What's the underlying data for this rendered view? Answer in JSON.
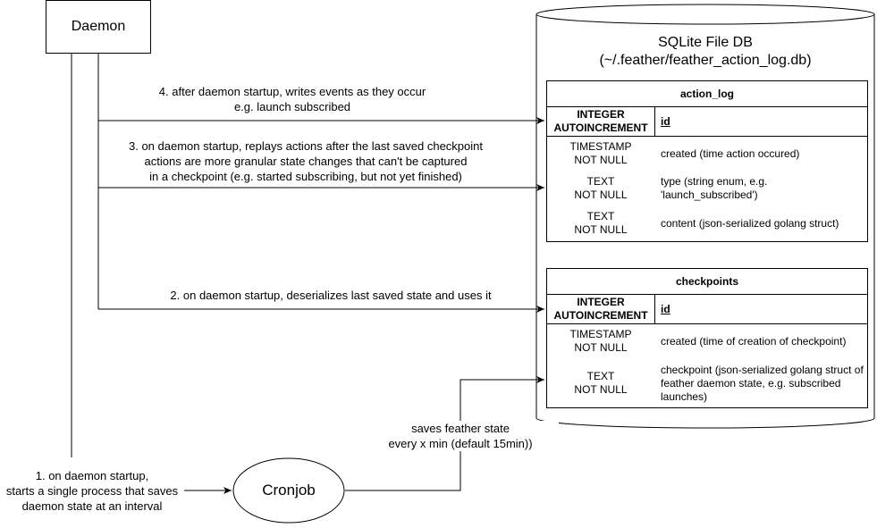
{
  "daemon": {
    "label": "Daemon"
  },
  "cronjob": {
    "label": "Cronjob"
  },
  "database": {
    "title_line1": "SQLite File DB",
    "title_line2": "(~/.feather/feather_action_log.db)"
  },
  "tables": {
    "action_log": {
      "name": "action_log",
      "pk": {
        "type_line1": "INTEGER",
        "type_line2": "AUTOINCREMENT",
        "column": "id"
      },
      "rows": [
        {
          "type_line1": "TIMESTAMP",
          "type_line2": "NOT NULL",
          "column": "created (time action occured)"
        },
        {
          "type_line1": "TEXT",
          "type_line2": "NOT NULL",
          "column": "type (string enum, e.g. 'launch_subscribed')"
        },
        {
          "type_line1": "TEXT",
          "type_line2": "NOT NULL",
          "column": "content (json-serialized golang struct)"
        }
      ]
    },
    "checkpoints": {
      "name": "checkpoints",
      "pk": {
        "type_line1": "INTEGER",
        "type_line2": "AUTOINCREMENT",
        "column": "id"
      },
      "rows": [
        {
          "type_line1": "TIMESTAMP",
          "type_line2": "NOT NULL",
          "column": "created (time of creation of checkpoint)"
        },
        {
          "type_line1": "TEXT",
          "type_line2": "NOT NULL",
          "column": "checkpoint (json-serialized golang struct of feather daemon state, e.g. subscribed launches)"
        }
      ]
    }
  },
  "edges": {
    "step4": {
      "line1": "4. after daemon startup, writes events as they occur",
      "line2": "e.g. launch subscribed"
    },
    "step3": {
      "line1": "3. on daemon startup, replays actions after the last saved checkpoint",
      "line2": "actions are more granular state changes that can't be captured",
      "line3": "in a checkpoint (e.g. started subscribing, but not yet finished)"
    },
    "step2": {
      "line1": "2. on daemon startup, deserializes last saved state and uses it"
    },
    "step1": {
      "line1": "1. on daemon startup,",
      "line2": "starts a single process that saves",
      "line3": "daemon state at an interval"
    },
    "cron_save": {
      "line1": "saves feather state",
      "line2": "every x min (default 15min))"
    }
  }
}
